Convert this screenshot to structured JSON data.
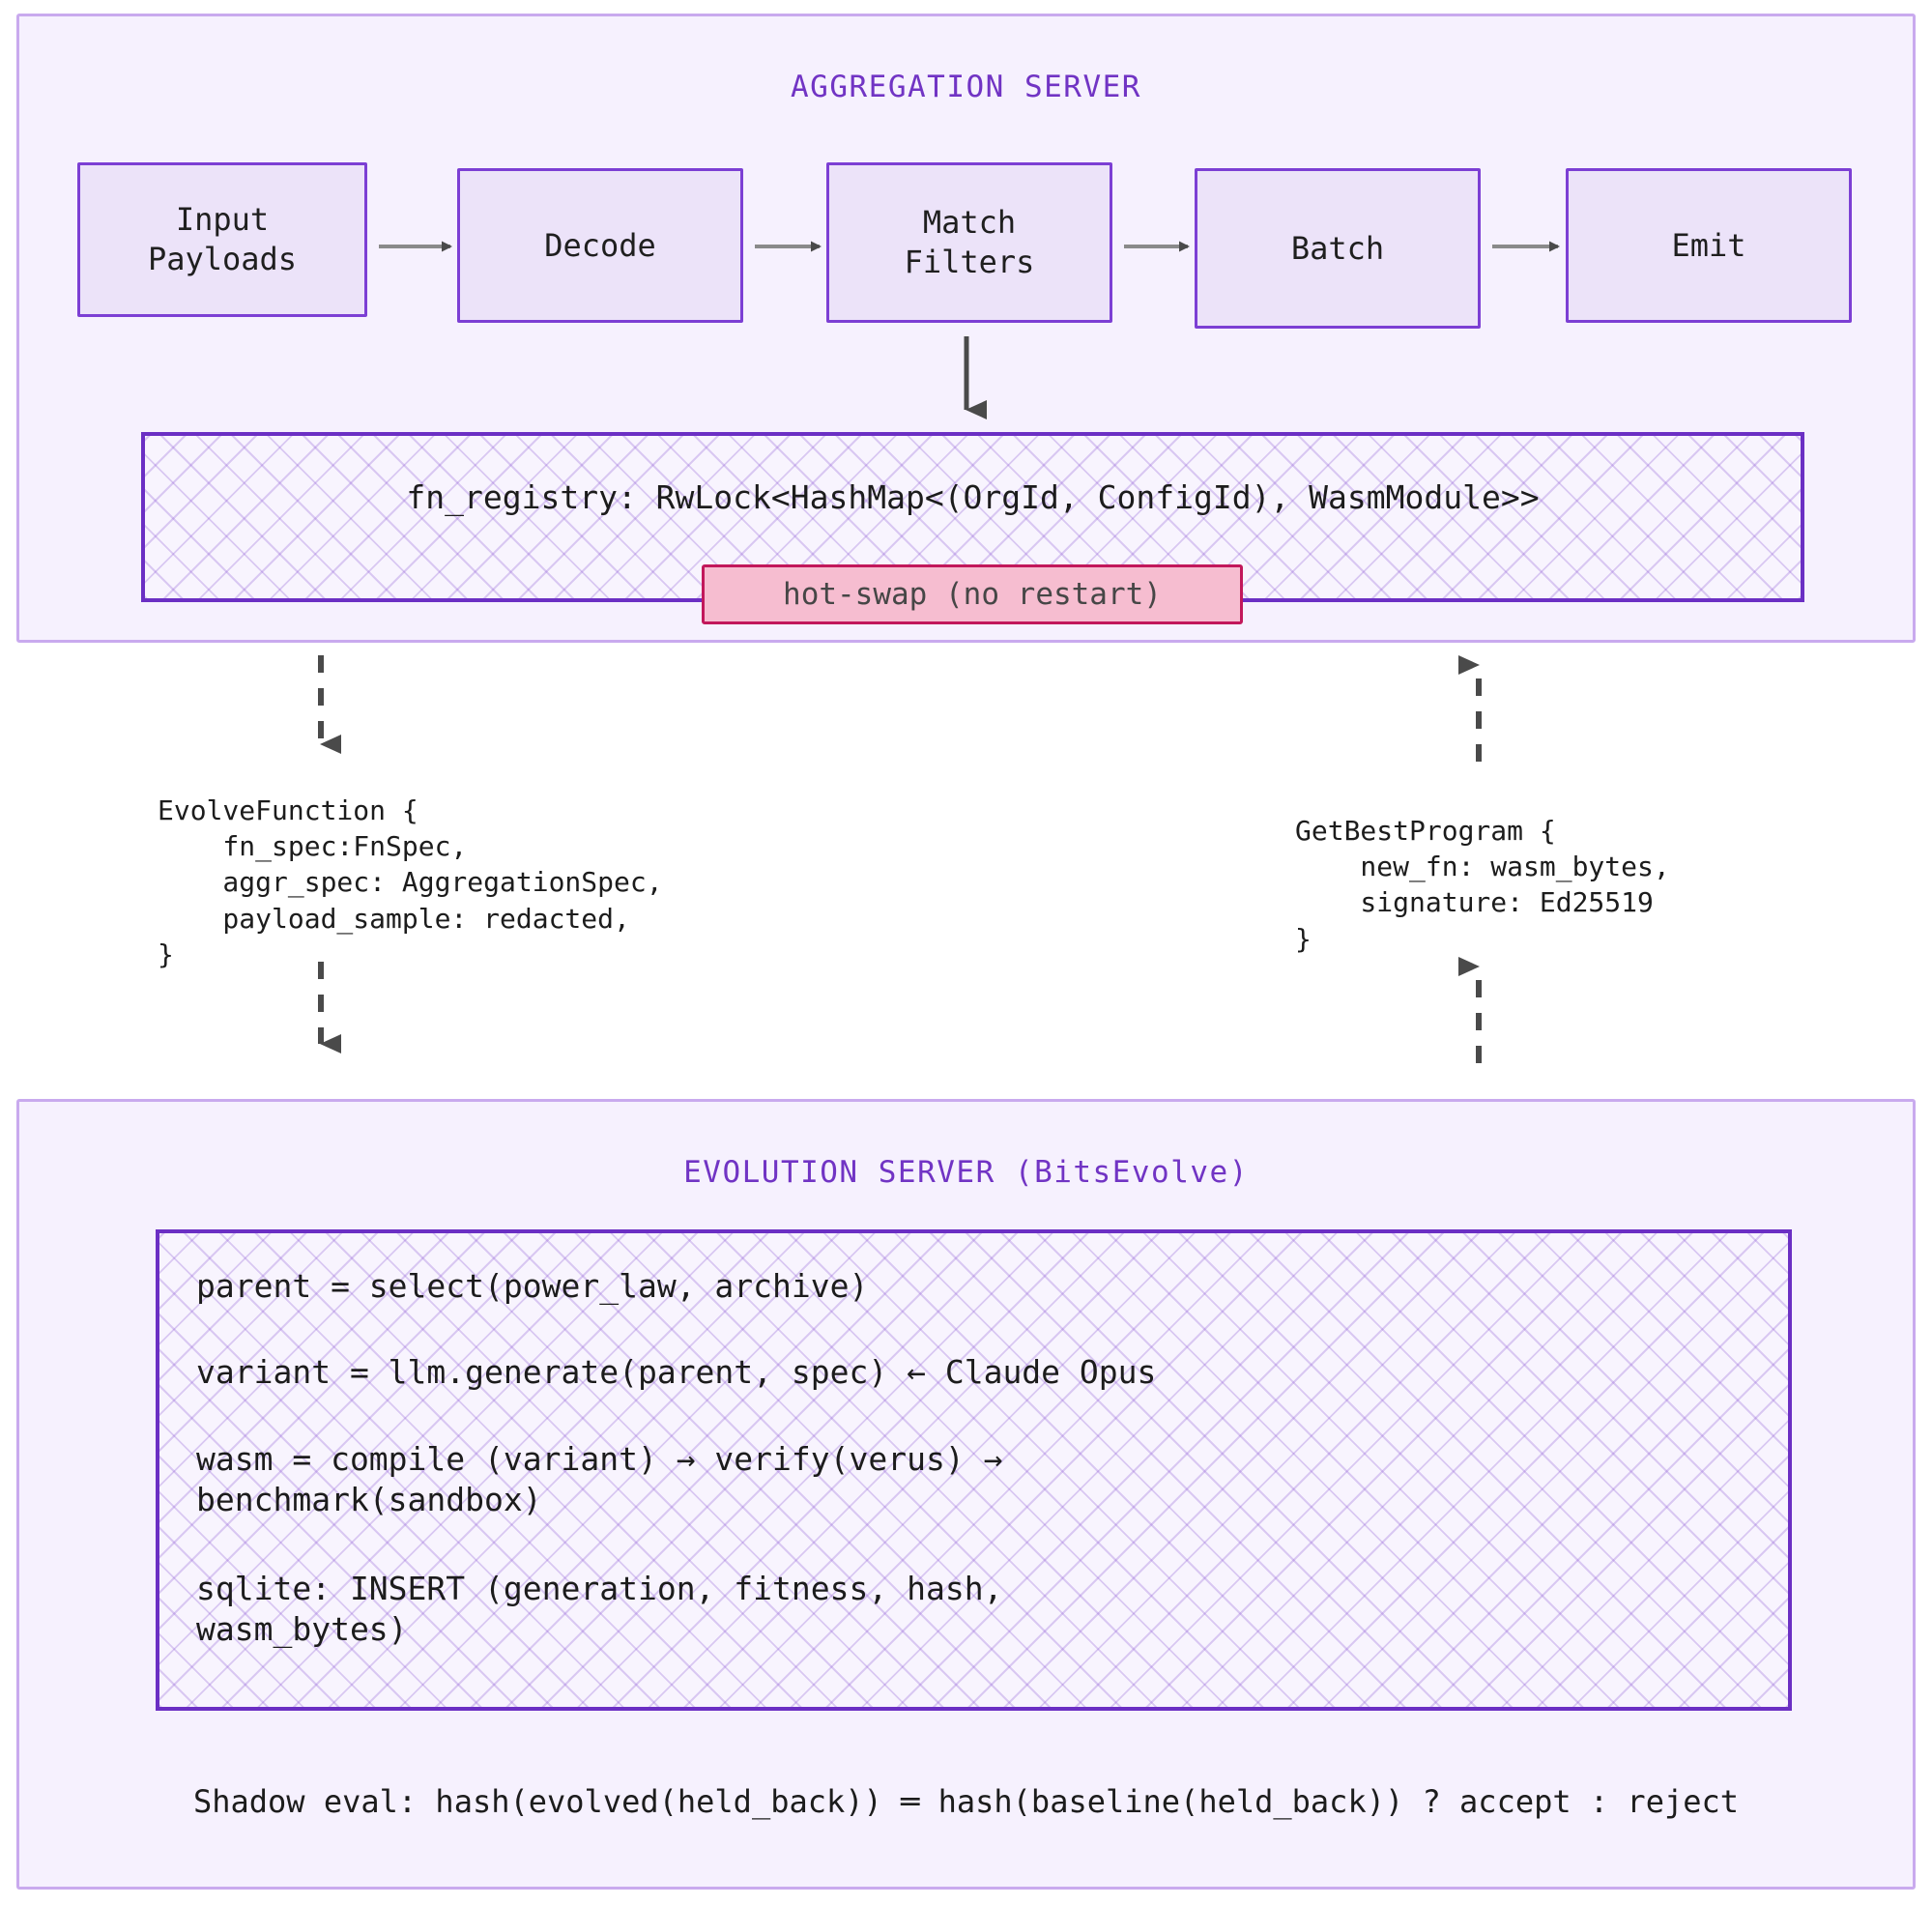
{
  "colors": {
    "container_fill": "#f6f1fe",
    "container_border": "#c9aaee",
    "node_fill": "#ece3f9",
    "node_border": "#7c3fd4",
    "title_text": "#7134c4",
    "hatch_border": "#6b2fc4",
    "pill_fill": "#f6bdd0",
    "pill_border": "#c2185b",
    "arrow": "#4a4a4a",
    "body_text": "#1c1c1c"
  },
  "aggregation_server": {
    "title": "AGGREGATION SERVER",
    "pipeline": [
      {
        "id": "input-payloads",
        "label": "Input\nPayloads"
      },
      {
        "id": "decode",
        "label": "Decode"
      },
      {
        "id": "match-filters",
        "label": "Match\nFilters"
      },
      {
        "id": "batch",
        "label": "Batch"
      },
      {
        "id": "emit",
        "label": "Emit"
      }
    ],
    "registry": {
      "text": "fn_registry: RwLock<HashMap<(OrgId, ConfigId), WasmModule>>"
    },
    "hot_swap_badge": "hot-swap (no restart)"
  },
  "rpc": {
    "evolve_function": "EvolveFunction {\n    fn_spec:FnSpec,\n    aggr_spec: AggregationSpec,\n    payload_sample: redacted,\n}",
    "get_best_program": "GetBestProgram {\n    new_fn: wasm_bytes,\n    signature: Ed25519\n}"
  },
  "evolution_server": {
    "title": "EVOLUTION SERVER (BitsEvolve)",
    "code_lines": [
      "parent = select(power_law, archive)",
      "variant = llm.generate(parent, spec) ← Claude Opus",
      "wasm = compile (variant) → verify(verus) →\nbenchmark(sandbox)",
      "sqlite: INSERT (generation, fitness, hash,\nwasm_bytes)"
    ],
    "shadow_eval": "Shadow eval: hash(evolved(held_back)) ═ hash(baseline(held_back)) ? accept : reject"
  },
  "icons": {
    "flow_arrow": "arrow-right-icon",
    "down_arrow": "arrow-down-icon",
    "dashed_down_arrow": "dashed-arrow-down-icon",
    "dashed_up_arrow": "dashed-arrow-up-icon"
  }
}
